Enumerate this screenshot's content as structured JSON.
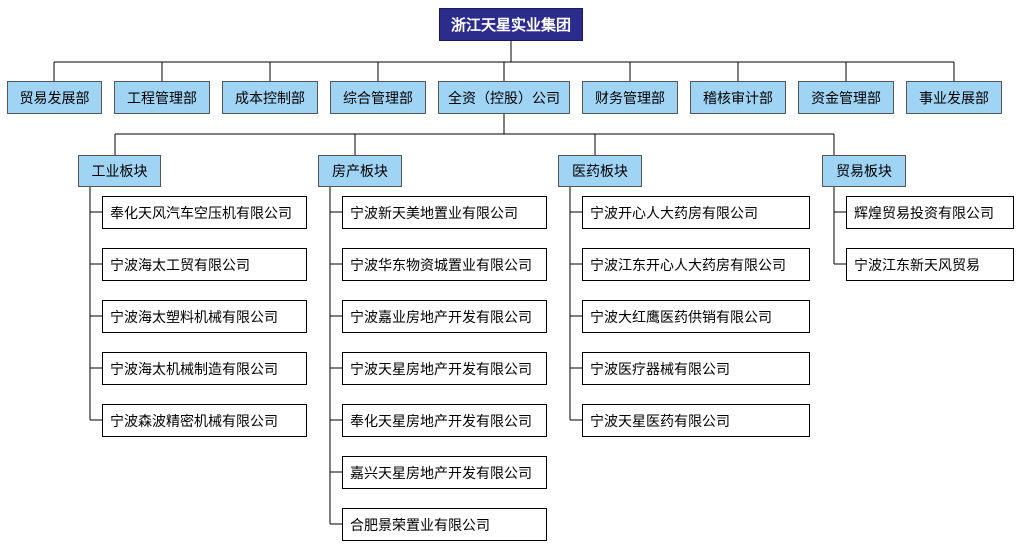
{
  "title": "浙江天星实业集团",
  "departments": [
    "贸易发展部",
    "工程管理部",
    "成本控制部",
    "综合管理部",
    "全资（控股）公司",
    "财务管理部",
    "稽核审计部",
    "资金管理部",
    "事业发展部"
  ],
  "sectors": [
    {
      "name": "工业板块",
      "companies": [
        "奉化天风汽车空压机有限公司",
        "宁波海太工贸有限公司",
        "宁波海太塑料机械有限公司",
        "宁波海太机械制造有限公司",
        "宁波森波精密机械有限公司"
      ]
    },
    {
      "name": "房产板块",
      "companies": [
        "宁波新天美地置业有限公司",
        "宁波华东物资城置业有限公司",
        "宁波嘉业房地产开发有限公司",
        "宁波天星房地产开发有限公司",
        "奉化天星房地产开发有限公司",
        "嘉兴天星房地产开发有限公司",
        "合肥景荣置业有限公司"
      ]
    },
    {
      "name": "医药板块",
      "companies": [
        "宁波开心人大药房有限公司",
        "宁波江东开心人大药房有限公司",
        "宁波大红鹰医药供销有限公司",
        "宁波医疗器械有限公司",
        "宁波天星医药有限公司"
      ]
    },
    {
      "name": "贸易板块",
      "companies": [
        "辉煌贸易投资有限公司",
        "宁波江东新天风贸易"
      ]
    }
  ]
}
